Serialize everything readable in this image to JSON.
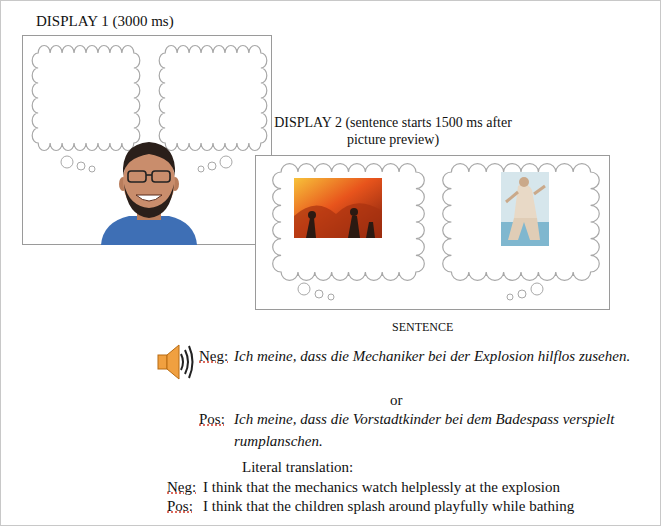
{
  "diagram": {
    "nodes": [
      {
        "text": [
          "DISPLAY 1 (3000 ms)"
        ]
      },
      {
        "text": [
          "DISPLAY 2 (sentence starts 1500 ms after picture preview)"
        ]
      }
    ],
    "labels": [
      "SENTENCE",
      "Neg:",
      "Ich meine, dass die Mechaniker bei der Explosion hilflos zusehen.",
      "or",
      "Pos:",
      "Ich meine, dass die Vorstadtkinder bei dem Badespass verspielt rumplanschen.",
      "Literal translation:",
      "Neg:",
      "I think that the mechanics watch helplessly at the explosion",
      "Pos:",
      "I think that the children splash around playfully while bathing"
    ]
  }
}
